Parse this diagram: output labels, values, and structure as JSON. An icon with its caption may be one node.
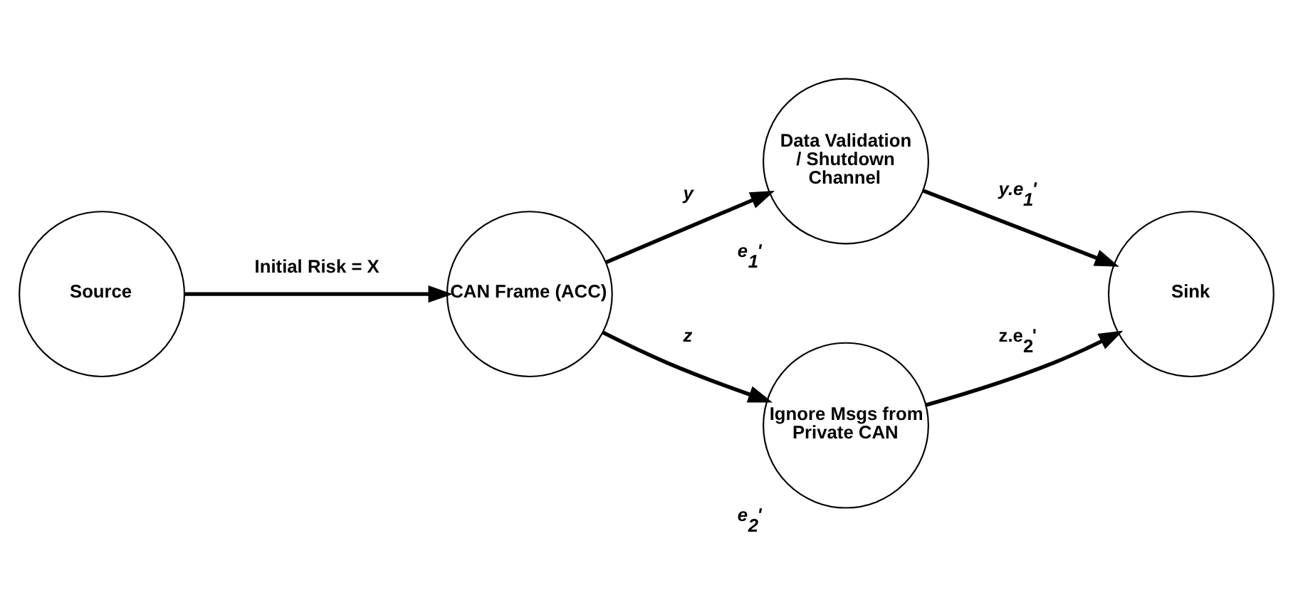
{
  "diagram": {
    "nodes": [
      {
        "text": [
          "Source"
        ]
      },
      {
        "text": [
          "CAN Frame (ACC)"
        ]
      },
      {
        "text": [
          "Data Validation / Shutdown Channel"
        ],
        "beside": [
          "e$_{1}$'"
        ]
      },
      {
        "text": [
          "Ignore Msgs from Private CAN"
        ],
        "beside": [
          "e$_{2}$'"
        ]
      },
      {
        "text": [
          "Sink"
        ]
      }
    ],
    "edges": [
      {
        "from": 0,
        "to": 1,
        "arrow": "to",
        "label": "Initial Risk = X"
      },
      {
        "from": 1,
        "to": 2,
        "arrow": "to",
        "label": "y"
      },
      {
        "from": 1,
        "to": 3,
        "arrow": "to",
        "label": "z"
      },
      {
        "from": 2,
        "to": 4,
        "arrow": "to",
        "label": "y.e$_{1}$'"
      },
      {
        "from": 3,
        "to": 4,
        "arrow": "to",
        "label": "z.e$_{2}$'"
      }
    ]
  }
}
